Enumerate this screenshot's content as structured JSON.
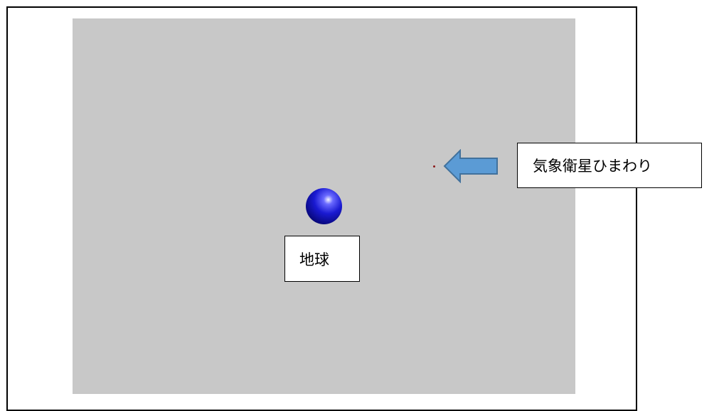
{
  "diagram": {
    "earth_label": "地球",
    "satellite_label": "気象衛星ひまわり",
    "icons": [
      "earth-sphere",
      "satellite-dot",
      "left-arrow"
    ],
    "colors": {
      "frame_border": "#000000",
      "scene_background": "#c8c8c8",
      "earth": "#1a1ad2",
      "arrow_fill": "#5b9bd5",
      "arrow_stroke": "#41719c",
      "satellite_dot": "#8b1a1a"
    }
  }
}
